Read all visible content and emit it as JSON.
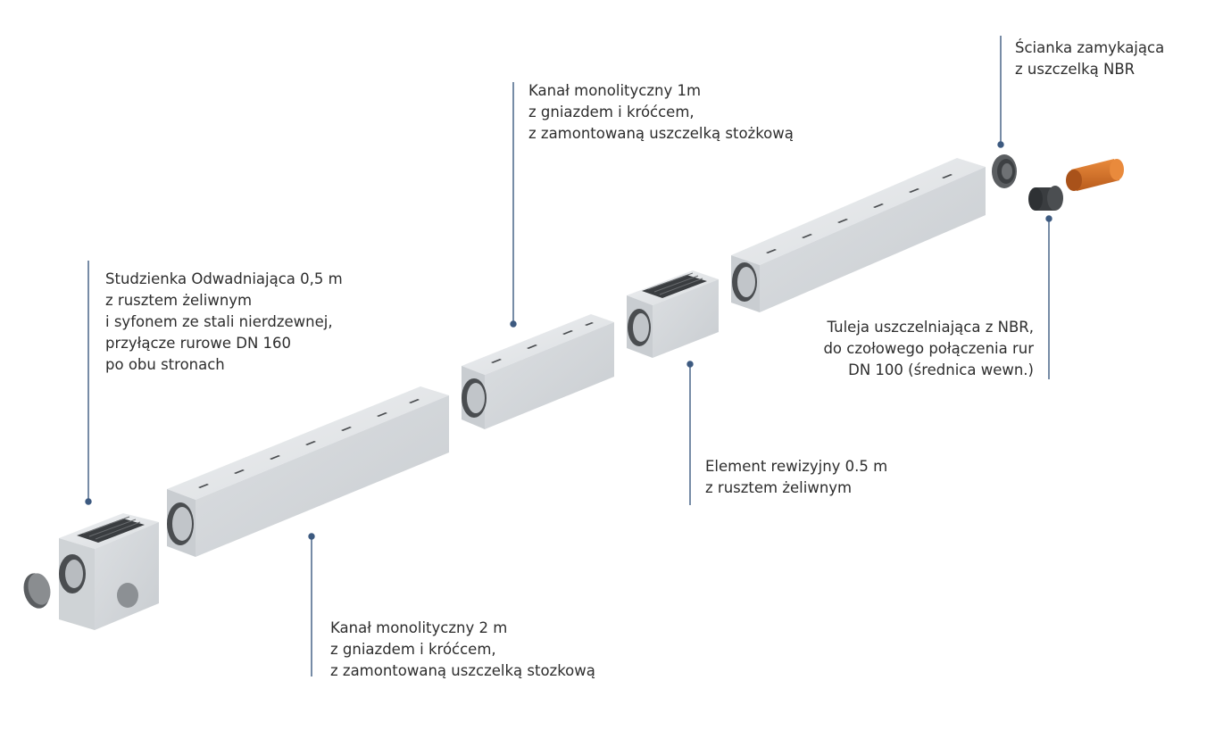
{
  "colors": {
    "concrete_top": "#e6e8ea",
    "concrete_front": "#d6d9dc",
    "concrete_side": "#c4c8cc",
    "grate": "#3a3d40",
    "seal": "#4a4d50",
    "pipe": "#d9762b",
    "leader": "#3d5a80",
    "text": "#2d2d2d"
  },
  "callouts": {
    "sump": [
      "Studzienka Odwadniająca 0,5 m",
      "z rusztem żeliwnym",
      "i syfonem ze stali nierdzewnej,",
      "przyłącze rurowe DN 160",
      "po obu stronach"
    ],
    "channel_1m": [
      "Kanał monolityczny 1m",
      "z gniazdem i króćcem,",
      "z zamontowaną uszczelką stożkową"
    ],
    "end_wall": [
      "Ścianka zamykająca",
      "z uszczelką NBR"
    ],
    "sleeve": [
      "Tuleja uszczelniająca z NBR,",
      "do czołowego połączenia rur",
      "DN 100 (średnica wewn.)"
    ],
    "inspection": [
      "Element rewizyjny 0.5 m",
      "z rusztem żeliwnym"
    ],
    "channel_2m": [
      "Kanał monolityczny 2 m",
      "z gniazdem i króćcem,",
      "z zamontowaną uszczelką stozkową"
    ]
  }
}
